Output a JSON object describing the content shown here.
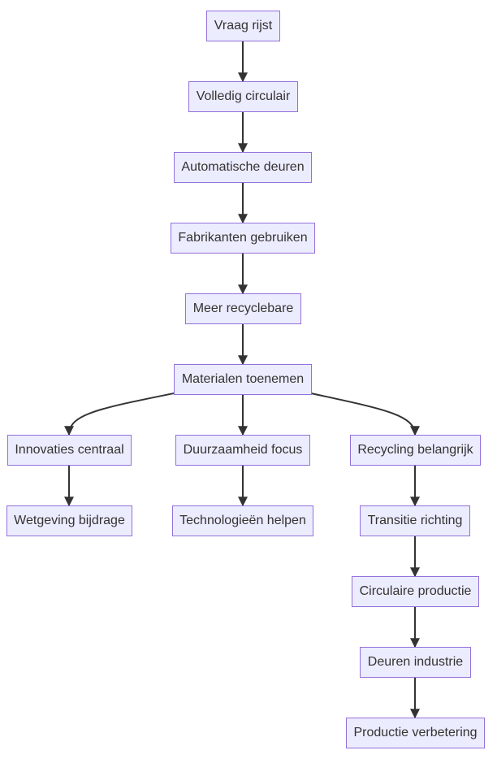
{
  "colors": {
    "node_fill": "#ECECFF",
    "node_stroke": "#9370DB",
    "edge": "#333333",
    "text": "#333333"
  },
  "nodes": [
    {
      "label": "Vraag rijst"
    },
    {
      "label": "Volledig circulair"
    },
    {
      "label": "Automatische deuren"
    },
    {
      "label": "Fabrikanten gebruiken"
    },
    {
      "label": "Meer recyclebare"
    },
    {
      "label": "Materialen toenemen"
    },
    {
      "label": "Innovaties centraal"
    },
    {
      "label": "Duurzaamheid focus"
    },
    {
      "label": "Recycling belangrijk"
    },
    {
      "label": "Wetgeving bijdrage"
    },
    {
      "label": "Technologieën helpen"
    },
    {
      "label": "Transitie richting"
    },
    {
      "label": "Circulaire productie"
    },
    {
      "label": "Deuren industrie"
    },
    {
      "label": "Productie verbetering"
    }
  ],
  "edges": [
    [
      "Vraag rijst",
      "Volledig circulair"
    ],
    [
      "Volledig circulair",
      "Automatische deuren"
    ],
    [
      "Automatische deuren",
      "Fabrikanten gebruiken"
    ],
    [
      "Fabrikanten gebruiken",
      "Meer recyclebare"
    ],
    [
      "Meer recyclebare",
      "Materialen toenemen"
    ],
    [
      "Materialen toenemen",
      "Innovaties centraal"
    ],
    [
      "Materialen toenemen",
      "Duurzaamheid focus"
    ],
    [
      "Materialen toenemen",
      "Recycling belangrijk"
    ],
    [
      "Innovaties centraal",
      "Wetgeving bijdrage"
    ],
    [
      "Duurzaamheid focus",
      "Technologieën helpen"
    ],
    [
      "Recycling belangrijk",
      "Transitie richting"
    ],
    [
      "Transitie richting",
      "Circulaire productie"
    ],
    [
      "Circulaire productie",
      "Deuren industrie"
    ],
    [
      "Deuren industrie",
      "Productie verbetering"
    ]
  ]
}
